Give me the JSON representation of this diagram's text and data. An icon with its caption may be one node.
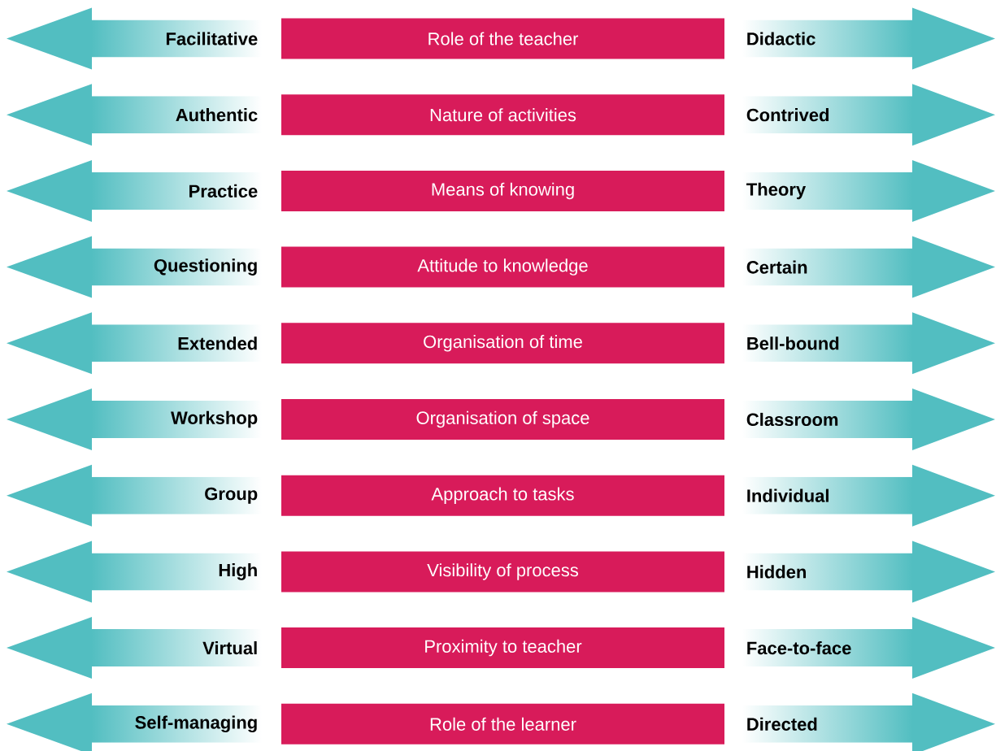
{
  "diagram": {
    "nodes": [
      {
        "text": [
          "Facilitative"
        ]
      },
      {
        "text": [
          "Role of the teacher"
        ]
      },
      {
        "text": [
          "Didactic"
        ]
      },
      {
        "text": [
          "Authentic"
        ]
      },
      {
        "text": [
          "Nature of activities"
        ]
      },
      {
        "text": [
          "Contrived"
        ]
      },
      {
        "text": [
          "Practice"
        ]
      },
      {
        "text": [
          "Means of knowing"
        ]
      },
      {
        "text": [
          "Theory"
        ]
      },
      {
        "text": [
          "Questioning"
        ]
      },
      {
        "text": [
          "Attitude to knowledge"
        ]
      },
      {
        "text": [
          "Certain"
        ]
      },
      {
        "text": [
          "Extended"
        ]
      },
      {
        "text": [
          "Organisation of time"
        ]
      },
      {
        "text": [
          "Bell-bound"
        ]
      },
      {
        "text": [
          "Workshop"
        ]
      },
      {
        "text": [
          "Organisation of space"
        ]
      },
      {
        "text": [
          "Classroom"
        ]
      },
      {
        "text": [
          "Group"
        ]
      },
      {
        "text": [
          "Approach to tasks"
        ]
      },
      {
        "text": [
          "Individual"
        ]
      },
      {
        "text": [
          "High"
        ]
      },
      {
        "text": [
          "Visibility of process"
        ]
      },
      {
        "text": [
          "Hidden"
        ]
      },
      {
        "text": [
          "Virtual"
        ]
      },
      {
        "text": [
          "Proximity to teacher"
        ]
      },
      {
        "text": [
          "Face-to-face"
        ]
      },
      {
        "text": [
          "Self-managing"
        ]
      },
      {
        "text": [
          "Role of the learner"
        ]
      },
      {
        "text": [
          "Directed"
        ]
      }
    ]
  }
}
